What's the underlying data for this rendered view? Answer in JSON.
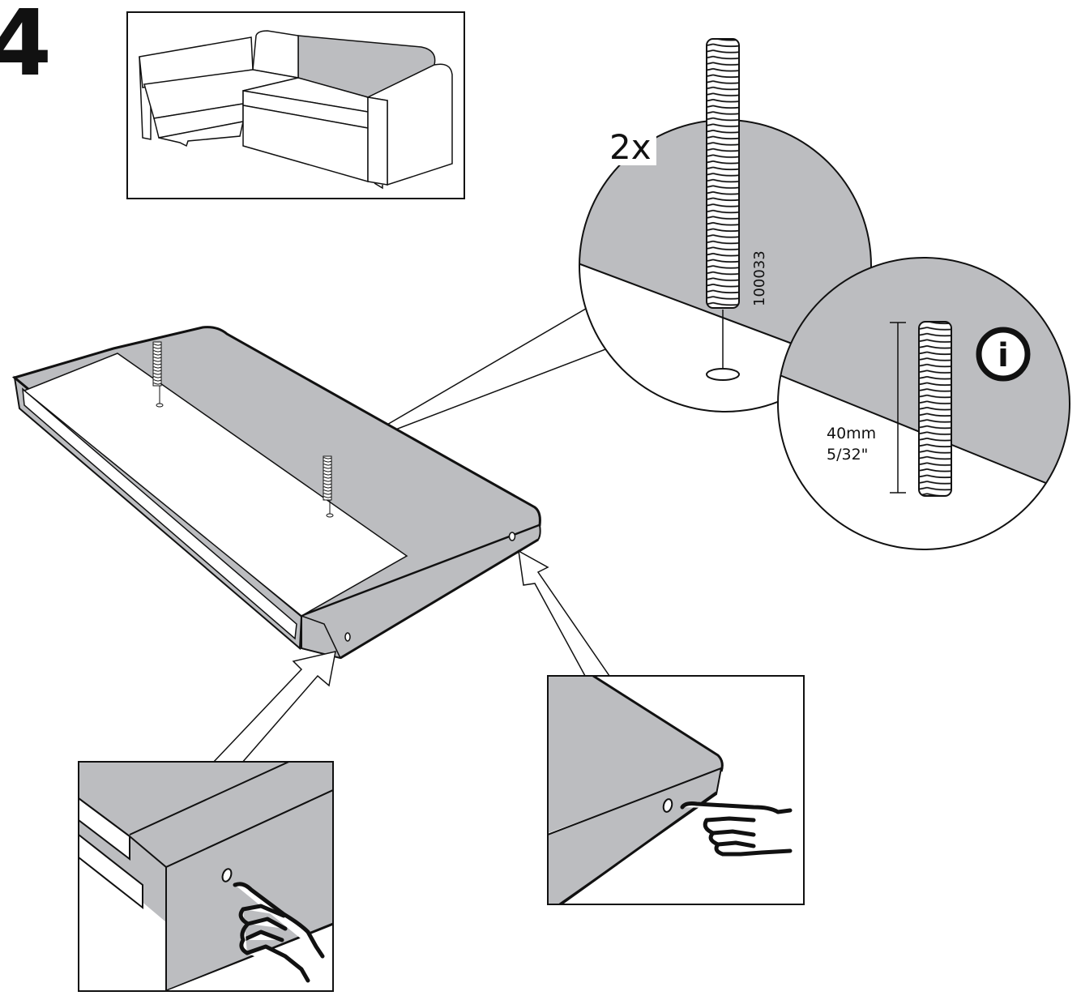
{
  "step_number": "4",
  "quantity": "2x",
  "part_number": "100033",
  "length_metric": "40mm",
  "length_imperial": "5/32\"",
  "info_symbol": "i",
  "info_icon": "info-icon",
  "colors": {
    "ink": "#111111",
    "fabric_gray": "#bcbdc0",
    "background": "#ffffff"
  }
}
